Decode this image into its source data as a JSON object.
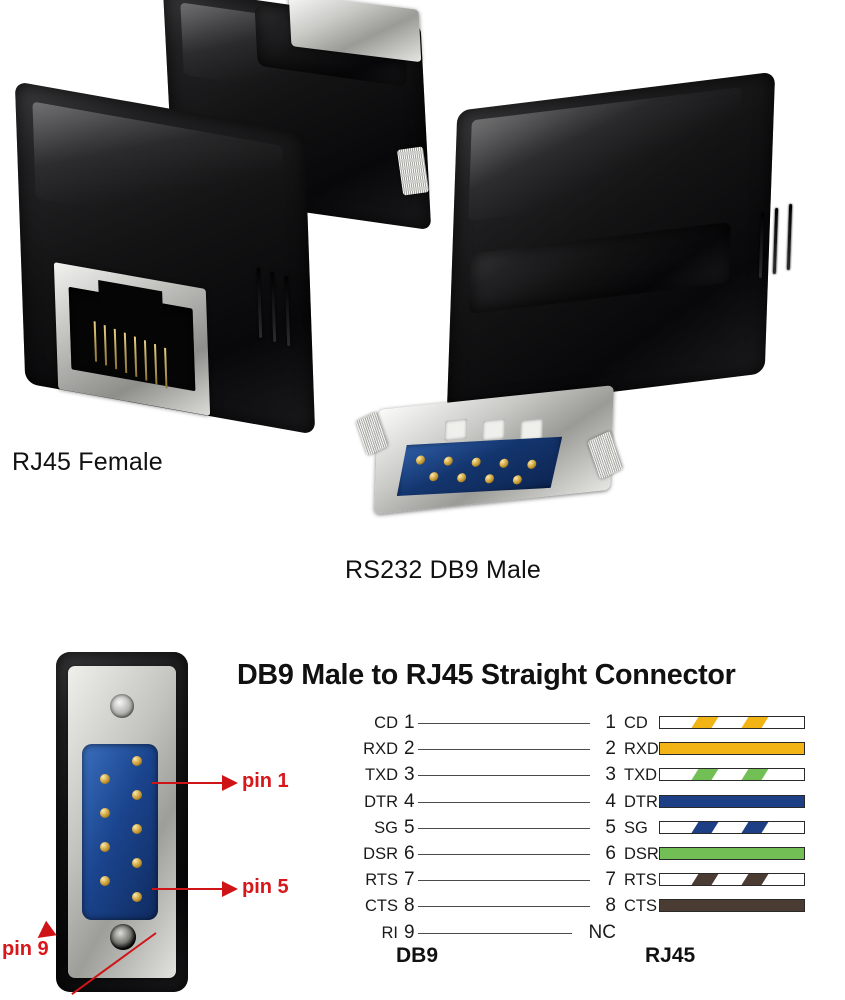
{
  "photos": {
    "left_caption": "RJ45 Female",
    "right_caption": "RS232 DB9 Male"
  },
  "diagram": {
    "title": "DB9 Male to RJ45 Straight Connector",
    "footer_left": "DB9",
    "footer_right": "RJ45",
    "callouts": [
      {
        "label": "pin 1"
      },
      {
        "label": "pin 5"
      },
      {
        "label": "pin 9"
      }
    ],
    "colors": {
      "callout": "#d8171b",
      "orange": "#f2b315",
      "green": "#72c055",
      "blue": "#1c3f86",
      "brown": "#4b3c33",
      "line": "#4a4a4a"
    },
    "rows": [
      {
        "db9_signal": "CD",
        "db9_pin": "1",
        "rj45_pin": "1",
        "rj45_signal": "CD",
        "wire": "orange-stripe",
        "wire_color": "#f2b315",
        "striped": true
      },
      {
        "db9_signal": "RXD",
        "db9_pin": "2",
        "rj45_pin": "2",
        "rj45_signal": "RXD",
        "wire": "orange",
        "wire_color": "#f2b315",
        "striped": false
      },
      {
        "db9_signal": "TXD",
        "db9_pin": "3",
        "rj45_pin": "3",
        "rj45_signal": "TXD",
        "wire": "green-stripe",
        "wire_color": "#72c055",
        "striped": true
      },
      {
        "db9_signal": "DTR",
        "db9_pin": "4",
        "rj45_pin": "4",
        "rj45_signal": "DTR",
        "wire": "blue",
        "wire_color": "#1c3f86",
        "striped": false
      },
      {
        "db9_signal": "SG",
        "db9_pin": "5",
        "rj45_pin": "5",
        "rj45_signal": "SG",
        "wire": "blue-stripe",
        "wire_color": "#1c3f86",
        "striped": true
      },
      {
        "db9_signal": "DSR",
        "db9_pin": "6",
        "rj45_pin": "6",
        "rj45_signal": "DSR",
        "wire": "green",
        "wire_color": "#72c055",
        "striped": false
      },
      {
        "db9_signal": "RTS",
        "db9_pin": "7",
        "rj45_pin": "7",
        "rj45_signal": "RTS",
        "wire": "brown-stripe",
        "wire_color": "#4b3c33",
        "striped": true
      },
      {
        "db9_signal": "CTS",
        "db9_pin": "8",
        "rj45_pin": "8",
        "rj45_signal": "CTS",
        "wire": "brown",
        "wire_color": "#4b3c33",
        "striped": false
      },
      {
        "db9_signal": "RI",
        "db9_pin": "9",
        "rj45_pin": "NC",
        "rj45_signal": "",
        "wire": "",
        "wire_color": "",
        "striped": false
      }
    ]
  }
}
